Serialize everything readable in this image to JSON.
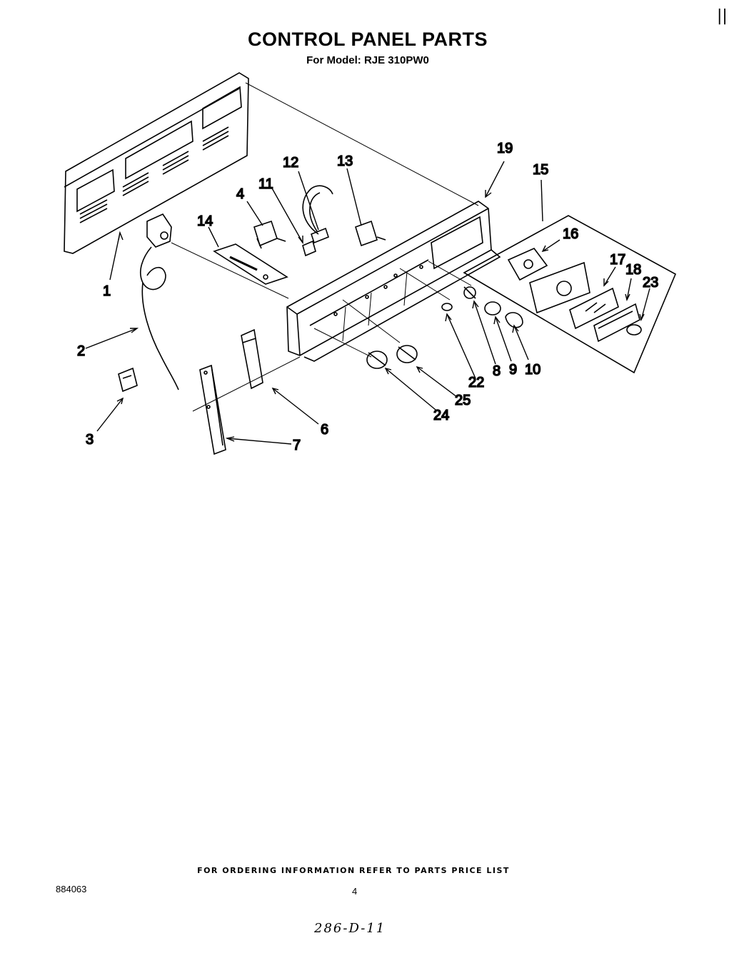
{
  "header": {
    "title": "CONTROL PANEL PARTS",
    "subtitle": "For Model: RJE 310PW0",
    "corner_mark": "||"
  },
  "callouts": {
    "c1": "1",
    "c2": "2",
    "c3": "3",
    "c4": "4",
    "c6": "6",
    "c7": "7",
    "c8": "8",
    "c9": "9",
    "c10": "10",
    "c11": "11",
    "c12": "12",
    "c13": "13",
    "c14": "14",
    "c15": "15",
    "c16": "16",
    "c17": "17",
    "c18": "18",
    "c19": "19",
    "c22": "22",
    "c23": "23",
    "c24": "24",
    "c25": "25"
  },
  "footer": {
    "ordering_note": "FOR ORDERING INFORMATION REFER TO PARTS PRICE LIST",
    "doc_number": "884063",
    "page_number": "4",
    "handwritten_code": "286-D-11"
  }
}
